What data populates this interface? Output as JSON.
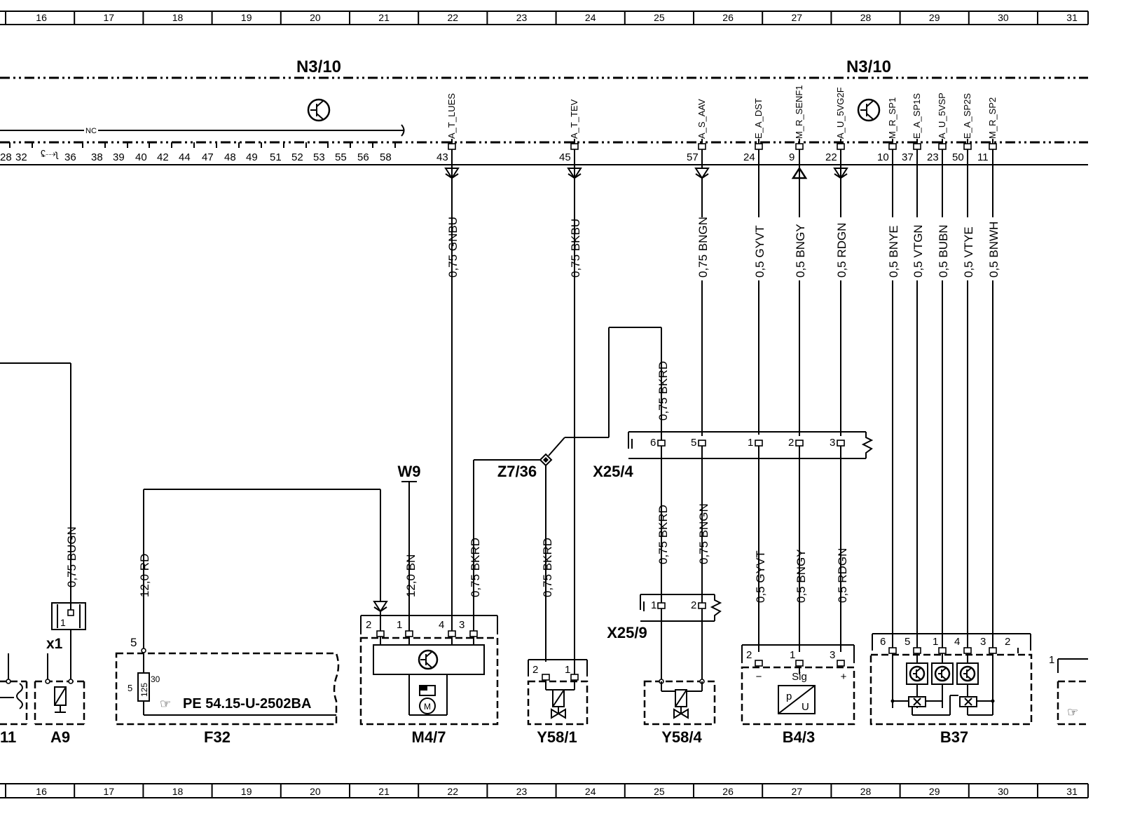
{
  "grid": {
    "columns": [
      "16",
      "17",
      "18",
      "19",
      "20",
      "21",
      "22",
      "23",
      "24",
      "25",
      "26",
      "27",
      "28",
      "29",
      "30",
      "31"
    ]
  },
  "module": {
    "labels": [
      "N3/10",
      "N3/10"
    ],
    "nc_label": "NC",
    "pins": [
      "28",
      "32",
      "36",
      "38",
      "39",
      "40",
      "42",
      "44",
      "47",
      "48",
      "49",
      "51",
      "52",
      "53",
      "55",
      "56",
      "58"
    ],
    "signals": [
      {
        "name": "A_T_LUES",
        "pin": "43",
        "wire": "0,75 GNBU"
      },
      {
        "name": "A_T_TEV",
        "pin": "45",
        "wire": "0,75 BKBU"
      },
      {
        "name": "A_S_AAV",
        "pin": "57",
        "wire": "0,75 BNGN"
      },
      {
        "name": "E_A_DST",
        "pin": "24",
        "wire": "0,5 GYVT"
      },
      {
        "name": "M_R_SENF1",
        "pin": "9",
        "wire": "0,5 BNGY"
      },
      {
        "name": "A_U_5VG2F",
        "pin": "22",
        "wire": "0,5 RDGN"
      },
      {
        "name": "M_R_SP1",
        "pin": "10",
        "wire": "0,5 BNYE"
      },
      {
        "name": "E_A_SP1S",
        "pin": "37",
        "wire": "0,5 VTGN"
      },
      {
        "name": "A_U_5VSP",
        "pin": "23",
        "wire": "0,5 BUBN"
      },
      {
        "name": "E_A_SP2S",
        "pin": "50",
        "wire": "0,5 VTYE"
      },
      {
        "name": "M_R_SP2",
        "pin": "11",
        "wire": "0,5 BNWH"
      }
    ]
  },
  "connectors": {
    "x25_4": {
      "label": "X25/4",
      "pins": [
        "6",
        "5",
        "1",
        "2",
        "3"
      ]
    },
    "x25_9": {
      "label": "X25/9",
      "pins": [
        "1",
        "2"
      ]
    },
    "z7_36": {
      "label": "Z7/36"
    },
    "w9": {
      "label": "W9"
    }
  },
  "wires": {
    "bugn": "0,75 BUGN",
    "rd": "12,0 RD",
    "bn": "12,0 BN",
    "m47_bkrd": "0,75 BKRD",
    "y581_bkrd": "0,75 BKRD",
    "z_bkrd": "0,75 BKRD",
    "y584_bkrd": "0,75 BKRD",
    "y584_bngn": "0,75 BNGN",
    "b43_gyvt": "0,5 GYVT",
    "b43_bngy": "0,5 BNGY",
    "b43_rdgn": "0,5 RDGN"
  },
  "components": [
    {
      "id": "M1_partial",
      "label": "11"
    },
    {
      "id": "A9",
      "label": "A9",
      "x1": "x1",
      "pin": "1"
    },
    {
      "id": "F32",
      "label": "F32",
      "ref": "PE  54.15-U-2502BA",
      "pin_top": "5",
      "pin_side": "5",
      "fuse": "125",
      "fuse_pin": "30"
    },
    {
      "id": "M4/7",
      "label": "M4/7",
      "pins": [
        "2",
        "1",
        "4",
        "3",
        "3"
      ]
    },
    {
      "id": "Y58/1",
      "label": "Y58/1",
      "pins": [
        "2",
        "1"
      ]
    },
    {
      "id": "Y58/4",
      "label": "Y58/4"
    },
    {
      "id": "B4/3",
      "label": "B4/3",
      "pins": [
        "2",
        "1",
        "3"
      ],
      "sig": "Sig",
      "minus": "−",
      "plus": "+",
      "sensor_p": "p",
      "sensor_u": "U"
    },
    {
      "id": "B37",
      "label": "B37",
      "pins": [
        "6",
        "5",
        "1",
        "4",
        "3",
        "2"
      ]
    },
    {
      "id": "right_partial",
      "pin": "1"
    }
  ]
}
